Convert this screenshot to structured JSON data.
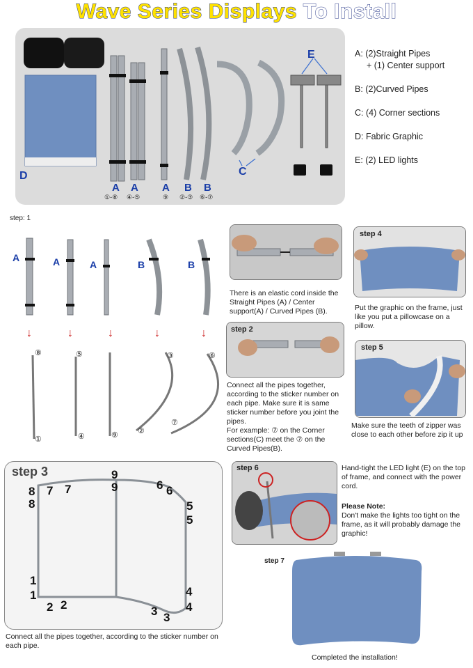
{
  "title": {
    "part1": "Wave Series Displays",
    "part2": "To Install"
  },
  "parts": {
    "photo_labels": {
      "D": "D",
      "C": "C",
      "E": "E",
      "pipes": [
        {
          "letter": "A",
          "num": "①-⑧"
        },
        {
          "letter": "A",
          "num": "④-⑤"
        },
        {
          "letter": "A",
          "num": "⑨"
        },
        {
          "letter": "B",
          "num": "②-③"
        },
        {
          "letter": "B",
          "num": "⑥-⑦"
        }
      ]
    },
    "legend": [
      "A:  (2)Straight Pipes",
      "+ (1) Center support",
      "B:  (2)Curved Pipes",
      "C:  (4) Corner sections",
      "D:  Fabric Graphic",
      "E:  (2) LED lights"
    ]
  },
  "step1": {
    "label": "step: 1",
    "pipe_letters": [
      "A",
      "A",
      "A",
      "B",
      "B"
    ],
    "arrow": "↓",
    "top_nums": [
      "⑧",
      "⑤",
      "",
      "③",
      "⑥"
    ],
    "bottom_nums": [
      "①",
      "④",
      "⑨",
      "②",
      "⑦"
    ]
  },
  "elastic": {
    "text": "There is an elastic cord inside the Straight Pipes (A) / Center support(A) / Curved Pipes (B)."
  },
  "step2": {
    "label": "step 2",
    "text": "Connect all the pipes together, according to the sticker number on each pipe. Make sure it is same sticker number before you joint the pipes.",
    "example": "For example: ⑦ on the Corner sections(C) meet the ⑦ on the Curved Pipes(B)."
  },
  "step3": {
    "label": "step 3",
    "numbers": [
      "9",
      "9",
      "8",
      "8",
      "7",
      "7",
      "6",
      "6",
      "5",
      "5",
      "1",
      "1",
      "2",
      "2",
      "3",
      "3",
      "4",
      "4"
    ],
    "caption": "Connect all the pipes together, according to the sticker number on each pipe."
  },
  "step4": {
    "label": "step 4",
    "text": "Put the graphic on the frame, just like you put a pillowcase on a pillow."
  },
  "step5": {
    "label": "step 5",
    "text": "Make sure the teeth of zipper was close to each other before zip it up"
  },
  "step6": {
    "label": "step 6",
    "text": "Hand-tight the LED light (E) on the top of frame, and connect with the power cord.",
    "note_title": "Please Note:",
    "note": "Don't make the lights too tight on the frame, as it will probably damage the graphic!"
  },
  "step7": {
    "label": "step 7",
    "caption": "Completed the installation!"
  },
  "colors": {
    "blue_label": "#1a3ea8",
    "fabric": "#6f8fc0",
    "arrow_red": "#cc2222",
    "title_yellow": "#ffe200"
  }
}
